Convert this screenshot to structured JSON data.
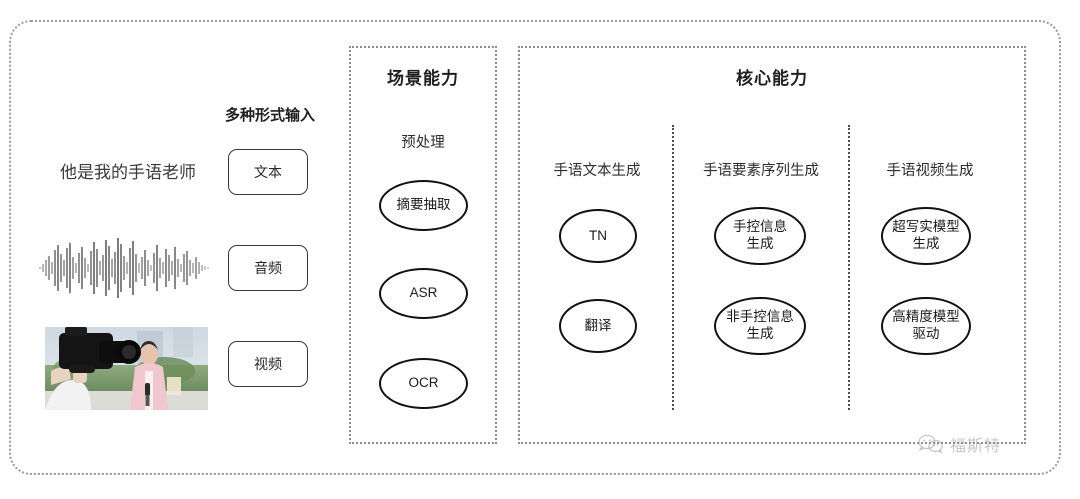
{
  "diagram": {
    "inputs": {
      "header": "多种形式输入",
      "sample_text": "他是我的手语老师",
      "chips": [
        {
          "label": "文本",
          "icon": "text-icon"
        },
        {
          "label": "音频",
          "icon": "waveform-icon"
        },
        {
          "label": "视频",
          "icon": "video-icon"
        }
      ]
    },
    "scene_panel": {
      "title": "场景能力",
      "group_label": "预处理",
      "nodes": [
        "摘要抽取",
        "ASR",
        "OCR"
      ]
    },
    "core_panel": {
      "title": "核心能力",
      "columns": [
        {
          "label": "手语文本生成",
          "nodes": [
            {
              "line1": "TN",
              "line2": ""
            },
            {
              "line1": "翻译",
              "line2": ""
            }
          ]
        },
        {
          "label": "手语要素序列生成",
          "nodes": [
            {
              "line1": "手控信息",
              "line2": "生成"
            },
            {
              "line1": "非手控信息",
              "line2": "生成"
            }
          ]
        },
        {
          "label": "手语视频生成",
          "nodes": [
            {
              "line1": "超写实模型",
              "line2": "生成"
            },
            {
              "line1": "高精度模型",
              "line2": "驱动"
            }
          ]
        }
      ]
    },
    "watermark": {
      "text": "福斯特",
      "icon": "wechat-icon"
    },
    "colors": {
      "frame": "#9a9a9a",
      "panel_border": "#8d8d8d",
      "node_border": "#111111",
      "text": "#2b2b2b",
      "watermark": "#9b9b9b"
    }
  }
}
